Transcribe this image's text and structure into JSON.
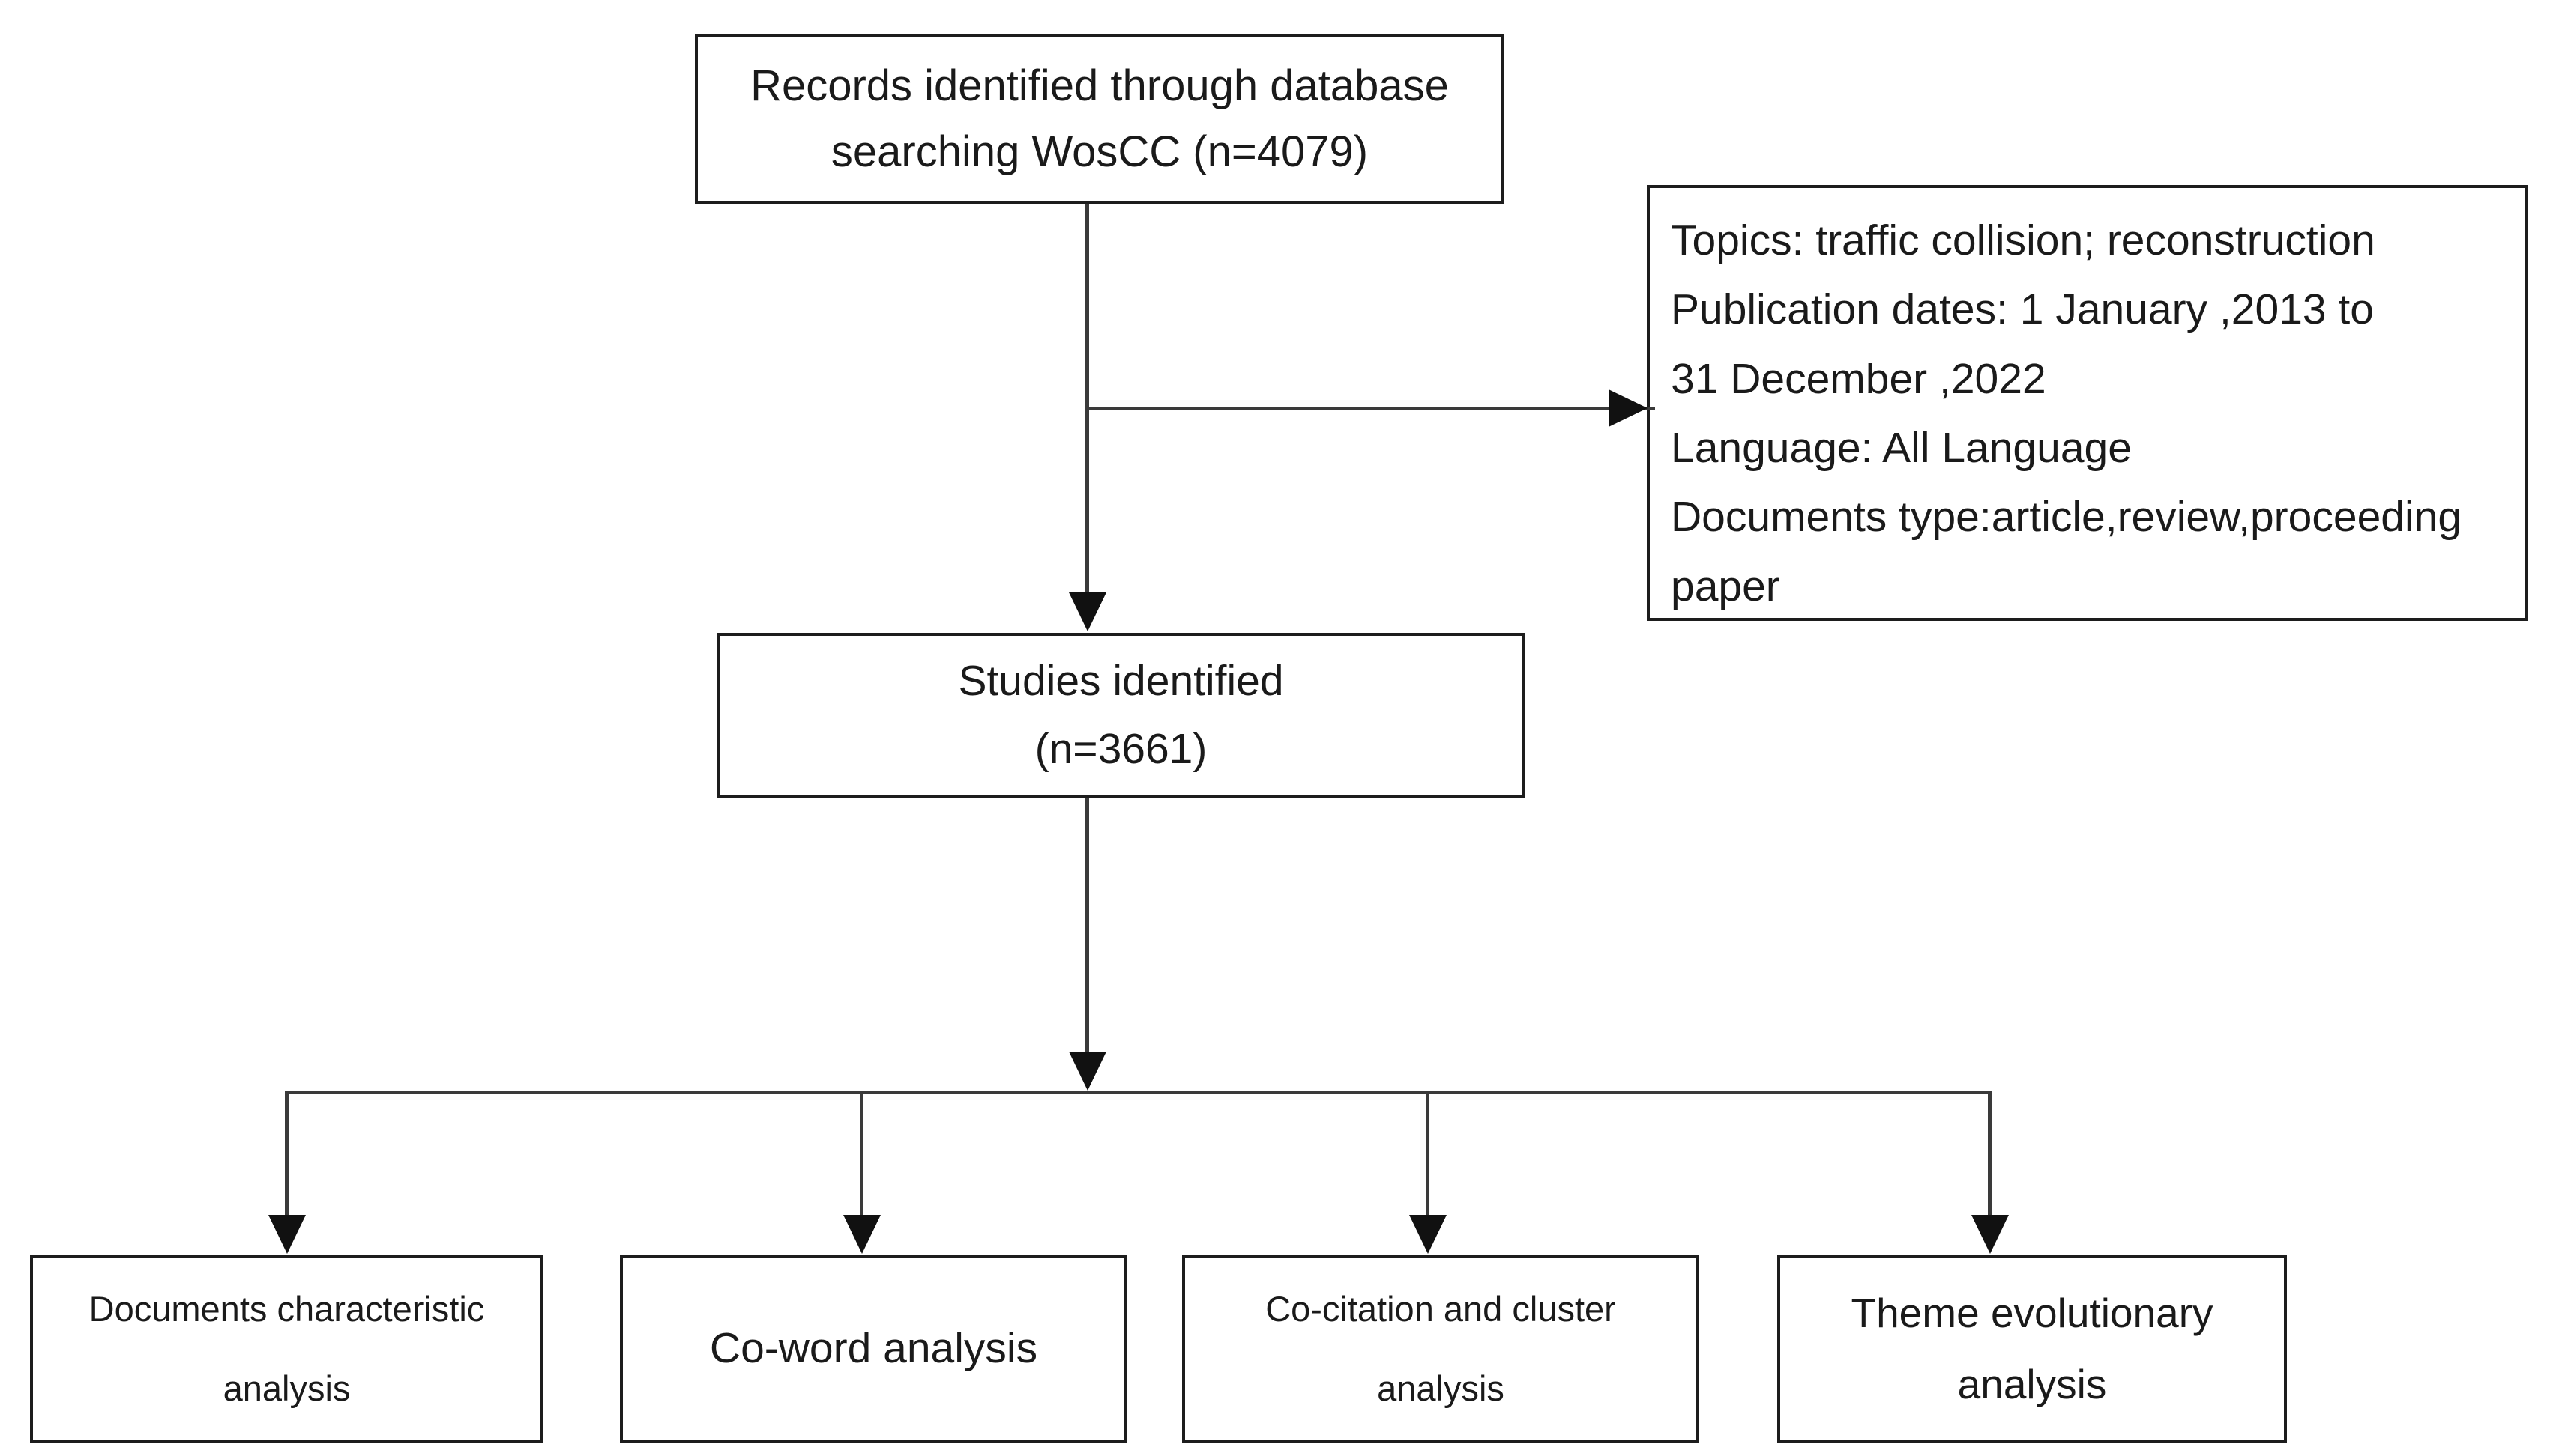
{
  "diagram": {
    "title": "PRISMA-style literature selection flowchart",
    "background_color": "#ffffff",
    "line_color": "#3a3a3a",
    "box_border_color": "#1d1d1d",
    "text_color": "#1a1a1a"
  },
  "nodes": {
    "records": {
      "id": "records-identified",
      "text": "Records identified through database\nsearching WosCC (n=4079)",
      "line1": "Records identified through database",
      "line2": "searching WosCC (n=4079)",
      "count_label": "n=4079",
      "count": 4079,
      "source": "WosCC"
    },
    "criteria": {
      "id": "search-criteria",
      "text": "Topics: traffic collision; reconstruction\nPublication dates: 1 January ,2013 to\n31 December ,2022\nLanguage: All Language\nDocuments type:article,review,proceeding\npaper",
      "lines": [
        "Topics: traffic collision; reconstruction",
        "Publication dates: 1 January ,2013 to",
        "31 December ,2022",
        "Language: All Language",
        "Documents type:article,review,proceeding",
        "paper"
      ],
      "fields": {
        "topics_label": "Topics:",
        "topics_value": "traffic collision; reconstruction",
        "publication_dates_label": "Publication dates:",
        "publication_dates_value": "1 January ,2013 to 31 December ,2022",
        "language_label": "Language:",
        "language_value": "All Language",
        "documents_type_label": "Documents type:",
        "documents_type_value": "article,review,proceeding paper"
      }
    },
    "studies": {
      "id": "studies-identified",
      "text": "Studies identified\n(n=3661)",
      "line1": "Studies identified",
      "line2": "(n=3661)",
      "count_label": "(n=3661)",
      "count": 3661
    },
    "leaves": [
      {
        "id": "documents-characteristic-analysis",
        "text": "Documents characteristic\nanalysis",
        "line1": "Documents characteristic",
        "line2": "analysis"
      },
      {
        "id": "co-word-analysis",
        "text": "Co-word analysis",
        "line1": "Co-word analysis",
        "line2": ""
      },
      {
        "id": "co-citation-and-cluster-analysis",
        "text": "Co-citation and cluster\nanalysis",
        "line1": "Co-citation and cluster",
        "line2": "analysis"
      },
      {
        "id": "theme-evolutionary-analysis",
        "text": "Theme evolutionary\nanalysis",
        "line1": "Theme evolutionary",
        "line2": "analysis"
      }
    ]
  },
  "connectors": [
    {
      "id": "records-to-studies",
      "type": "vertical-arrow",
      "from": "records",
      "to": "studies"
    },
    {
      "id": "records-to-criteria",
      "type": "horizontal-arrow",
      "from": "records-stem",
      "to": "criteria"
    },
    {
      "id": "studies-to-bus",
      "type": "vertical-arrow",
      "from": "studies",
      "to": "branch-bus"
    },
    {
      "id": "bus-to-leaf-1",
      "type": "vertical-arrow",
      "from": "branch-bus",
      "to": "documents-characteristic-analysis"
    },
    {
      "id": "bus-to-leaf-2",
      "type": "vertical-arrow",
      "from": "branch-bus",
      "to": "co-word-analysis"
    },
    {
      "id": "bus-to-leaf-3",
      "type": "vertical-arrow",
      "from": "branch-bus",
      "to": "co-citation-and-cluster-analysis"
    },
    {
      "id": "bus-to-leaf-4",
      "type": "vertical-arrow",
      "from": "branch-bus",
      "to": "theme-evolutionary-analysis"
    }
  ]
}
